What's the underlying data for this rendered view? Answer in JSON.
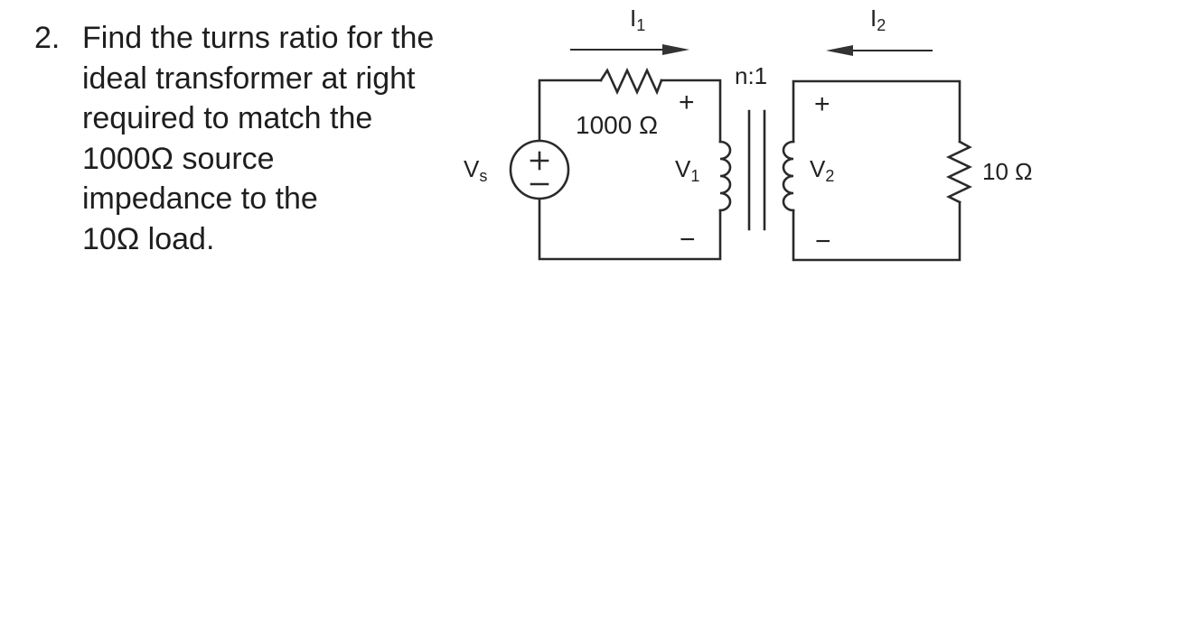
{
  "problem": {
    "number": "2.",
    "lines": [
      "Find the turns ratio for the",
      "ideal transformer at right",
      "required to match the",
      "1000Ω source",
      "impedance to the",
      "10Ω load."
    ]
  },
  "circuit": {
    "source_label": "V",
    "source_label_sub": "s",
    "source_plus": "+",
    "source_minus": "−",
    "source_resistor": "1000 Ω",
    "current1_label": "I",
    "current1_sub": "1",
    "current2_label": "I",
    "current2_sub": "2",
    "turns_ratio": "n:1",
    "v1_label": "V",
    "v1_sub": "1",
    "v1_plus": "+",
    "v1_minus": "−",
    "v2_label": "V",
    "v2_sub": "2",
    "v2_plus": "+",
    "v2_minus": "−",
    "load_resistor": "10 Ω"
  },
  "colors": {
    "ink": "#1e1e1e",
    "background": "#ffffff"
  }
}
